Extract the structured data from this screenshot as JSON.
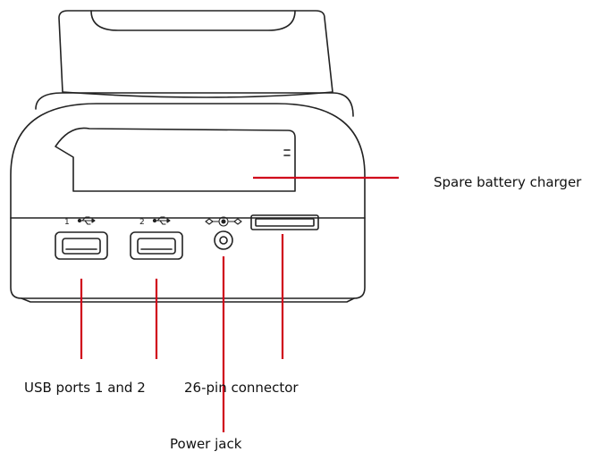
{
  "labels": {
    "spare_battery_charger": "Spare battery charger",
    "usb_ports": "USB ports 1 and 2",
    "connector_26pin": "26-pin connector",
    "power_jack": "Power jack"
  },
  "port_numbers": {
    "usb1": "1",
    "usb2": "2"
  },
  "icons": {
    "usb": "usb-icon",
    "dc_polarity": "dc-polarity-icon"
  },
  "colors": {
    "callout_line": "#d0021b",
    "outline": "#222222",
    "background": "#ffffff"
  }
}
